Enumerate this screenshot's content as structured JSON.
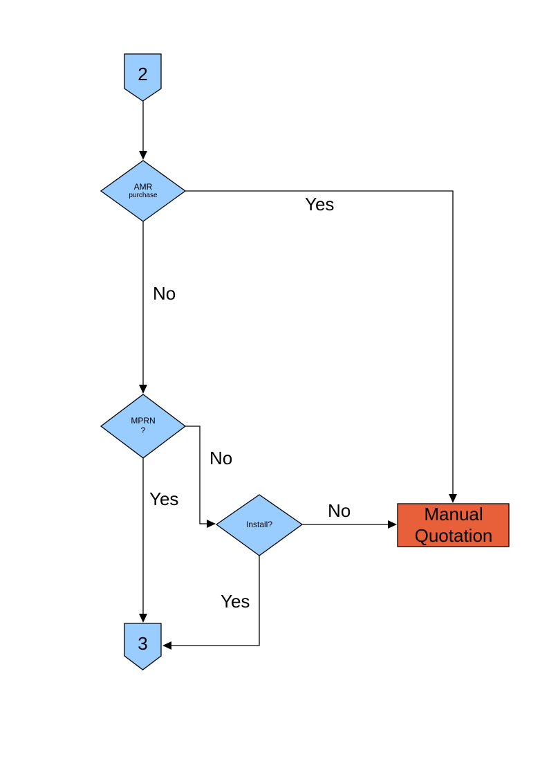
{
  "diagram": {
    "nodes": {
      "connector_2": {
        "label": "2",
        "type": "off-page-connector"
      },
      "amr": {
        "line1": "AMR",
        "line2": "purchase",
        "type": "decision"
      },
      "mprn": {
        "line1": "MPRN",
        "line2": "?",
        "type": "decision"
      },
      "install": {
        "label": "Install?",
        "type": "decision"
      },
      "manual_quotation": {
        "label": "Manual Quotation",
        "type": "process"
      },
      "connector_3": {
        "label": "3",
        "type": "off-page-connector"
      }
    },
    "edges": {
      "amr_yes": "Yes",
      "amr_no": "No",
      "mprn_no": "No",
      "mprn_yes": "Yes",
      "install_no": "No",
      "install_yes": "Yes"
    },
    "colors": {
      "node_fill": "#99CCFF",
      "node_stroke": "#000000",
      "process_fill": "#E8603A",
      "line": "#000000",
      "background": "#FFFFFF"
    }
  }
}
